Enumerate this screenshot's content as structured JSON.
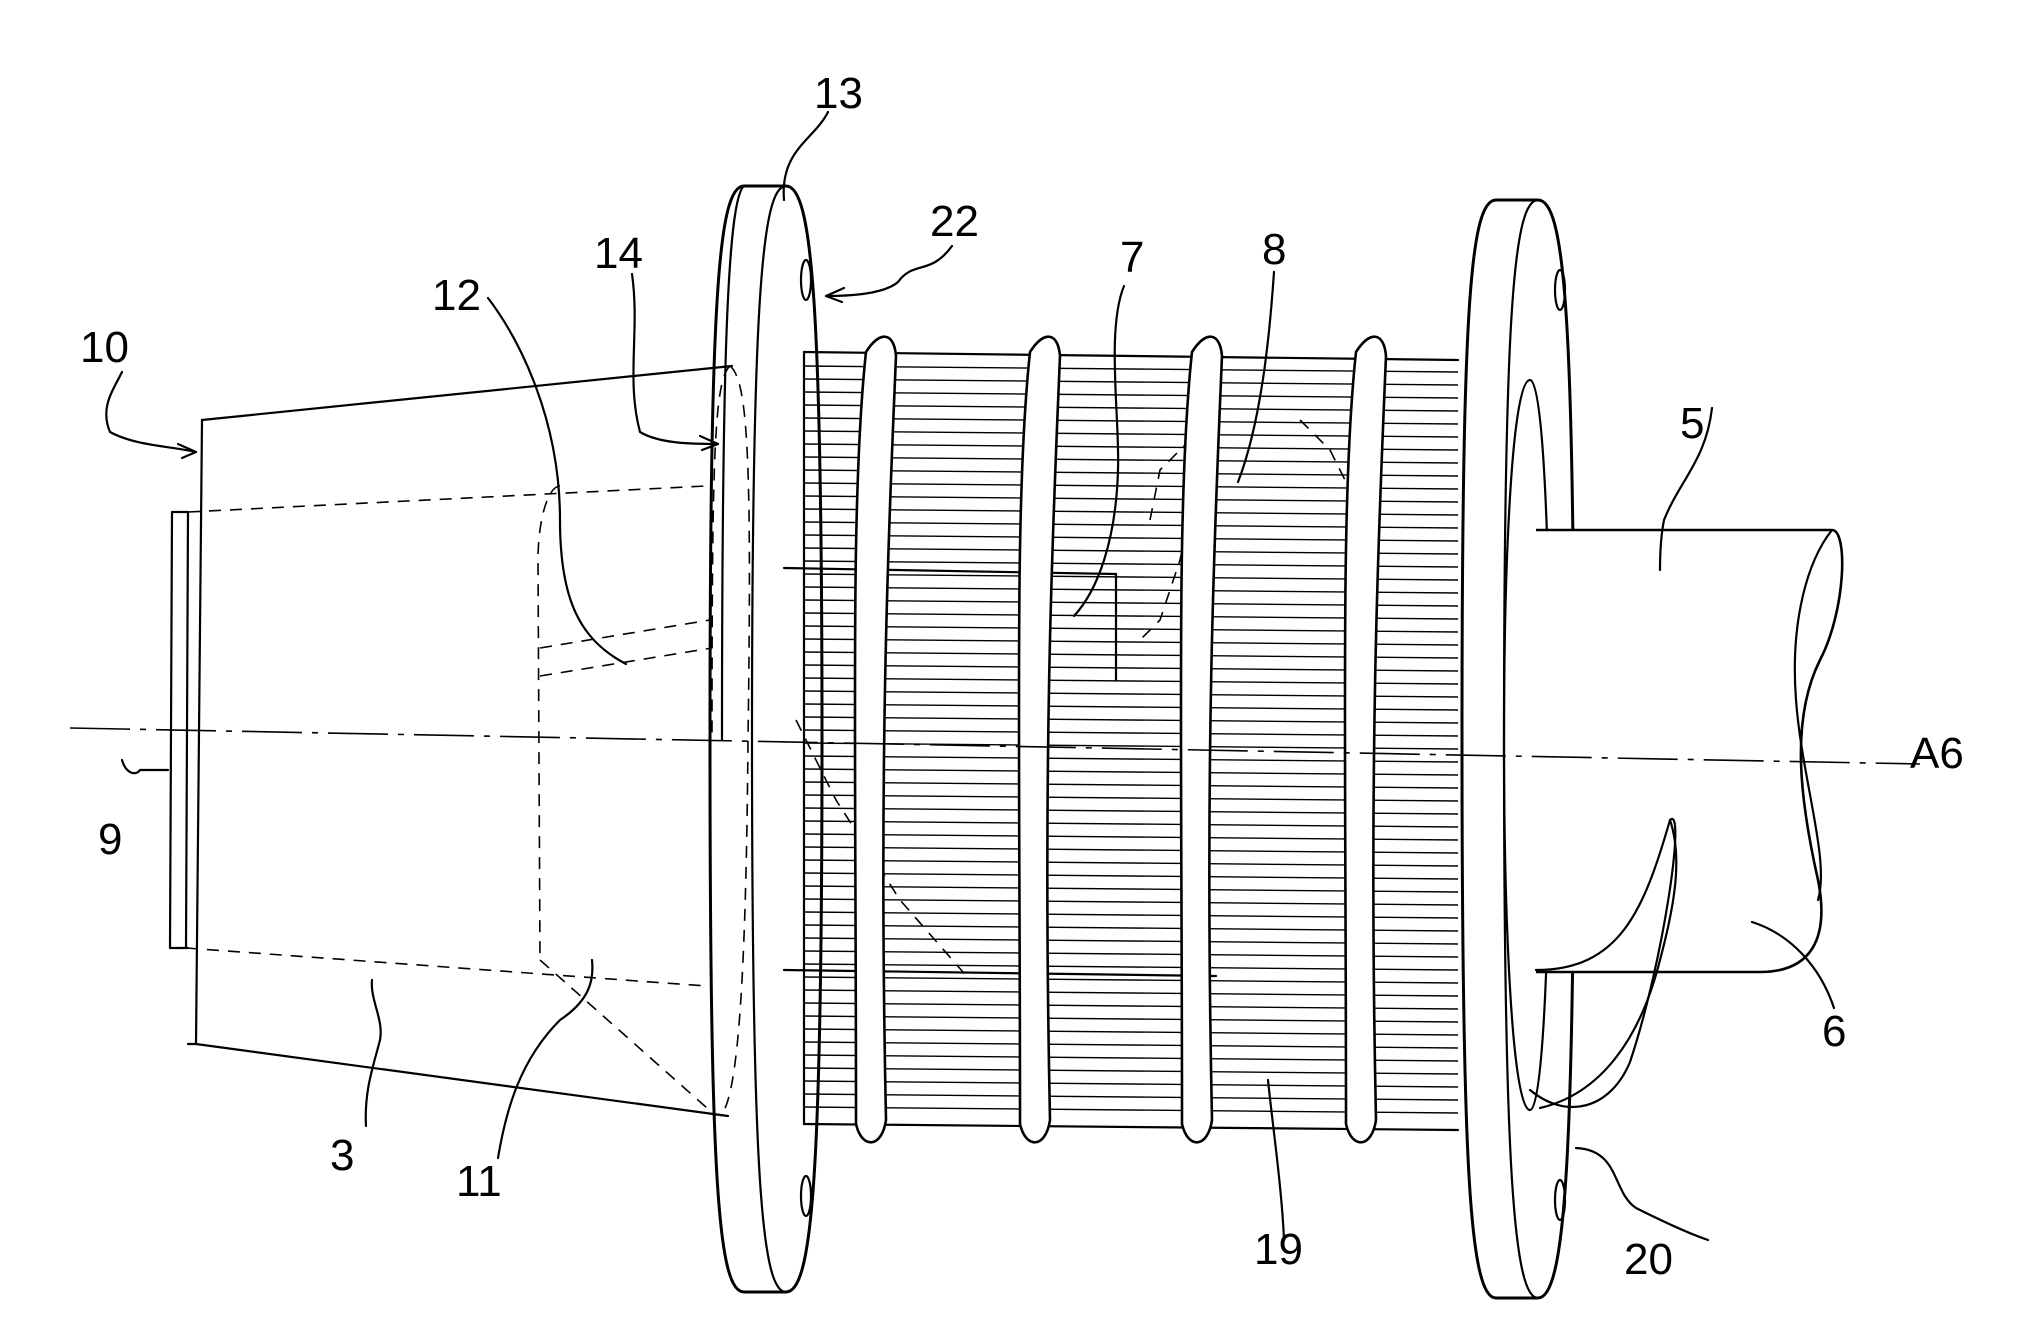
{
  "labels": {
    "l3": "3",
    "l5": "5",
    "l6": "6",
    "l7": "7",
    "l8": "8",
    "l9": "9",
    "l10": "10",
    "l11": "11",
    "l12": "12",
    "l13": "13",
    "l14": "14",
    "l19": "19",
    "l20": "20",
    "l22": "22",
    "a6": "A6"
  }
}
